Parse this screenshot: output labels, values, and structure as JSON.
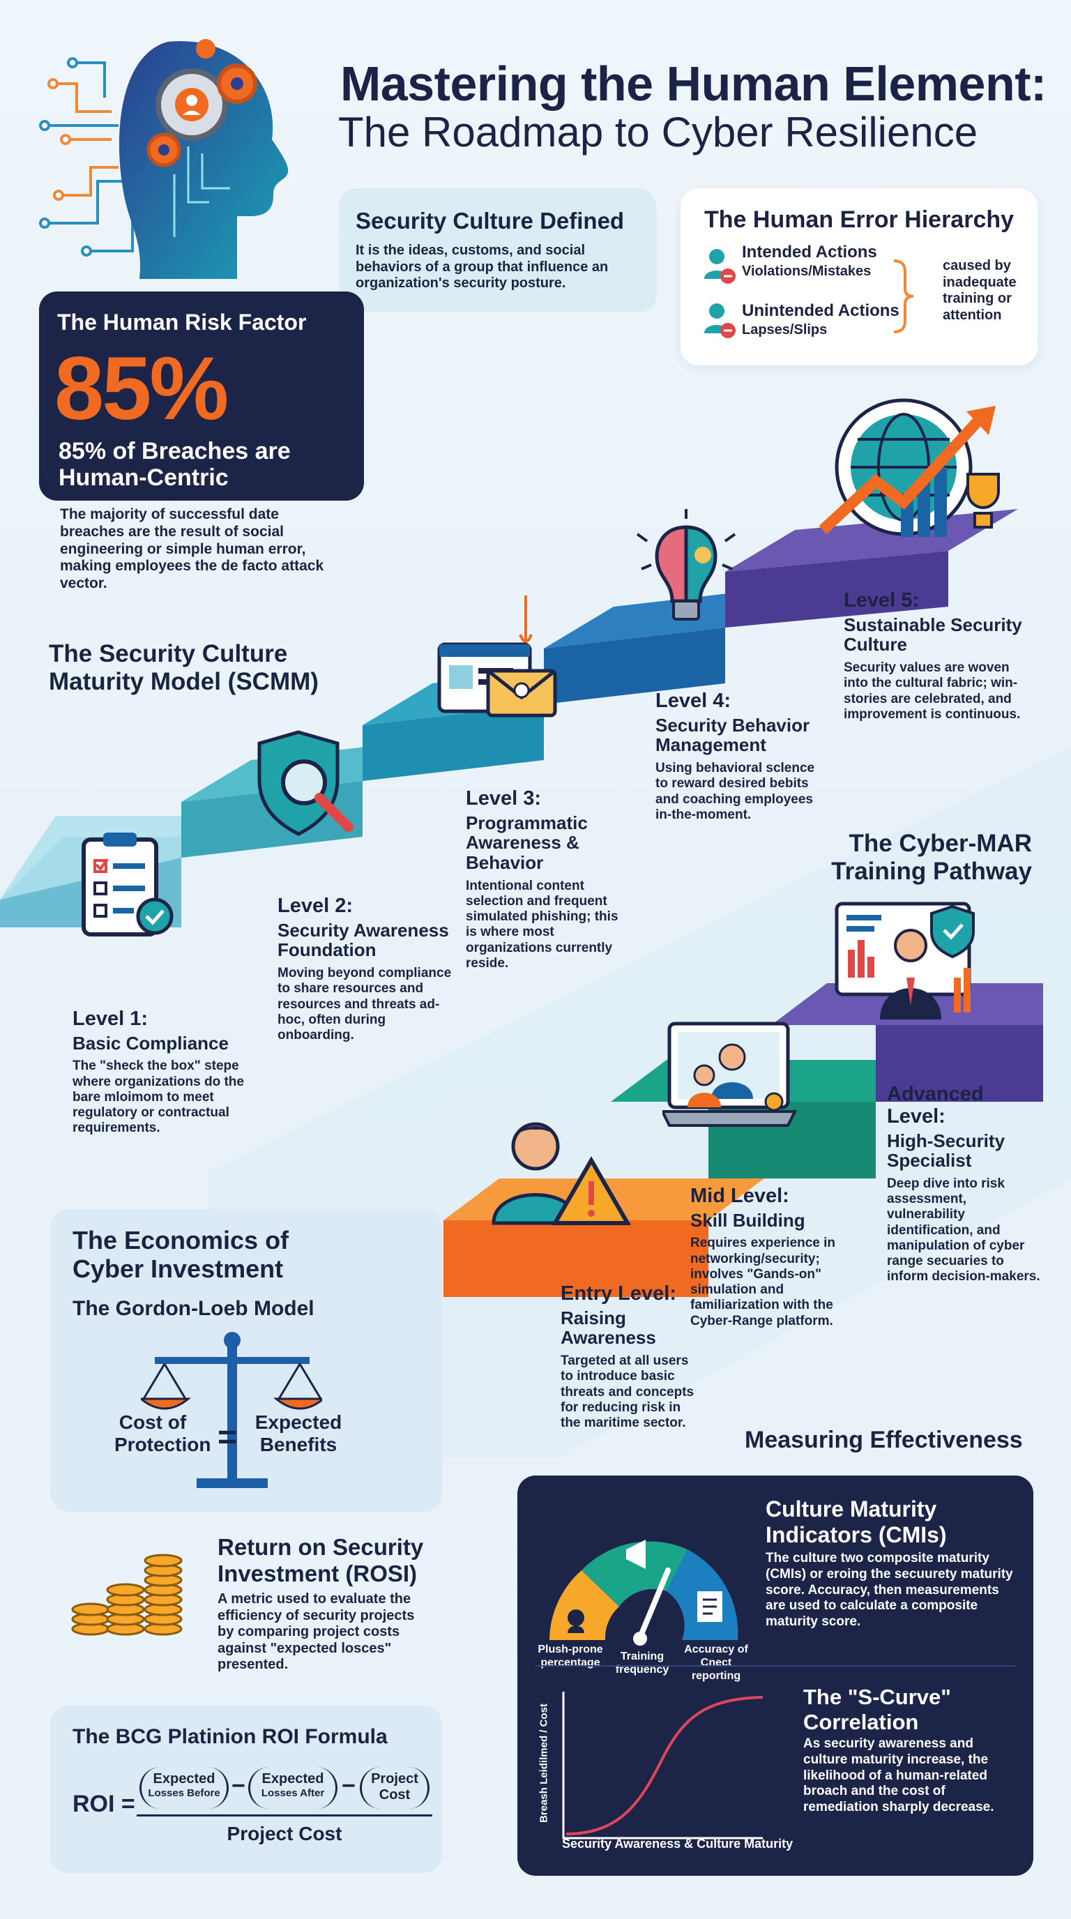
{
  "header": {
    "title_line1": "Mastering the Human Element:",
    "title_line2": "The Roadmap to Cyber Resilience"
  },
  "culture_defined": {
    "title": "Security Culture Defined",
    "body": "It is the ideas, customs, and social behaviors of a group that influence an organization's security posture."
  },
  "error_hierarchy": {
    "title": "The Human Error Hierarchy",
    "intended_title": "Intended Actions",
    "intended_sub": "Violations/Mistakes",
    "unintended_title": "Unintended Actions",
    "unintended_sub": "Lapses/Slips",
    "cause": "caused by inadequate training or attention"
  },
  "risk_factor": {
    "title": "The Human Risk Factor",
    "big_number": "85%",
    "subtitle": "85% of Breaches are Human-Centric",
    "body": "The majority of successful date breaches are the result of social engineering or simple human error, making employees the de facto attack vector."
  },
  "scmm": {
    "title": "The Security Culture Maturity Model (SCMM)",
    "levels": [
      {
        "head": "Level 1:",
        "name": "Basic Compliance",
        "body": "The \"sheck the box\" stepe where organizations do the bare mloimom to meet regulatory or contractual requirements."
      },
      {
        "head": "Level 2:",
        "name": "Security Awareness Foundation",
        "body": "Moving beyond compliance to share resources and resources and threats ad-hoc, often during onboarding."
      },
      {
        "head": "Level 3:",
        "name": "Programmatic Awareness & Behavior",
        "body": "Intentional content selection and frequent simulated phishing; this is where most organizations currently reside."
      },
      {
        "head": "Level 4:",
        "name": "Security Behavior Management",
        "body": "Using behavioral sclence to reward desired bebits and coaching employees in-the-moment."
      },
      {
        "head": "Level 5:",
        "name": "Sustainable Security Culture",
        "body": "Security values are woven into the cultural fabric; win-stories are celebrated, and improvement is continuous."
      }
    ]
  },
  "cybermar": {
    "title": "The Cyber-MAR Training Pathway",
    "levels": [
      {
        "head": "Entry Level:",
        "name": "Raising Awareness",
        "body": "Targeted at all users to introduce basic threats and concepts for reducing risk in the maritime sector."
      },
      {
        "head": "Mid Level:",
        "name": "Skill Building",
        "body": "Requires experience in networking/security; involves \"Gands-on\" simulation and familiarization with the Cyber-Range platform."
      },
      {
        "head": "Advanced Level:",
        "name": "High-Security Specialist",
        "body": "Deep dive into risk assessment, vulnerability identification, and manipulation of cyber range secuaries to inform decision-makers."
      }
    ]
  },
  "economics": {
    "title": "The Economics of Cyber Investment",
    "model_title": "The Gordon-Loeb Model",
    "left_label": "Cost of Protection",
    "equals": "=",
    "right_label": "Expected Benefits"
  },
  "rosi": {
    "title": "Return on Security Investment (ROSI)",
    "body": "A metric used to evaluate the efficiency of security projects by comparing project costs against \"expected losces\" presented."
  },
  "bcg": {
    "title": "The BCG Platinion ROI Formula",
    "roi": "ROI =",
    "term1_a": "Expected",
    "term1_b": "Losses Before",
    "minus1": "−",
    "term2_a": "Expected",
    "term2_b": "Losses After",
    "minus2": "−",
    "term3_a": "Project",
    "term3_b": "Cost",
    "denominator": "Project Cost"
  },
  "measuring": {
    "title": "Measuring Effectiveness",
    "cmi_title": "Culture Maturity Indicators (CMIs)",
    "cmi_body": "The culture two composite maturity (CMIs) or eroing the secuurety maturity score. Accuracy, then measurements are used to calculate a composite maturity score.",
    "gauge_labels": [
      "Plush-prone percentage",
      "Training frequency",
      "Accuracy of Cnect reporting"
    ],
    "scurve_title": "The \"S-Curve\" Correlation",
    "scurve_body": "As security awareness and culture maturity increase, the likelihood of a human-related broach and the cost of remediation sharply decrease.",
    "y_axis": "Breash Leidilmed / Cost",
    "x_axis": "Security Awareness & Culture Maturity"
  },
  "colors": {
    "navy": "#1b2340",
    "orange": "#f06a22",
    "teal": "#1fa3a8",
    "blue": "#1f6fb3",
    "purple": "#5b4aa0",
    "green": "#179c7e",
    "light_blue": "#8fd0e0"
  }
}
